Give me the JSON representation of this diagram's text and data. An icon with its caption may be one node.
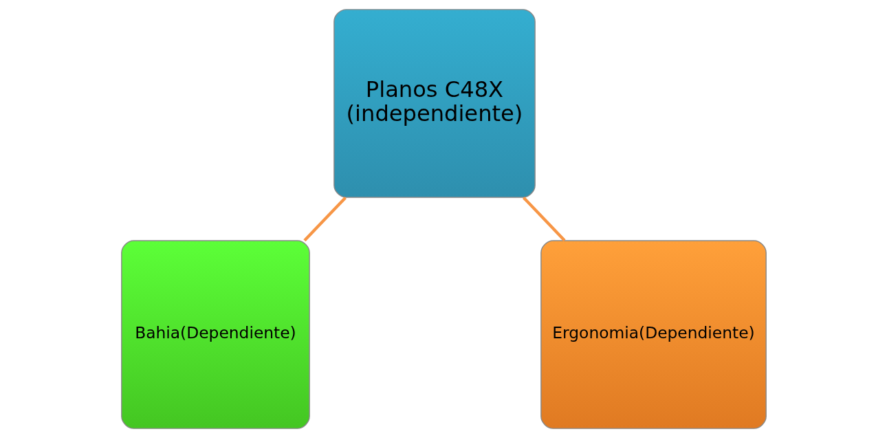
{
  "diagram": {
    "nodes": [
      {
        "text": [
          "Planos C48X (independiente)"
        ]
      },
      {
        "text": [
          "Bahia(Dependiente)"
        ]
      },
      {
        "text": [
          "Ergonomia(Dependiente)"
        ]
      }
    ],
    "edges": [
      {
        "from": 0,
        "to": 1,
        "arrow": "none"
      },
      {
        "from": 0,
        "to": 2,
        "arrow": "none"
      }
    ]
  }
}
